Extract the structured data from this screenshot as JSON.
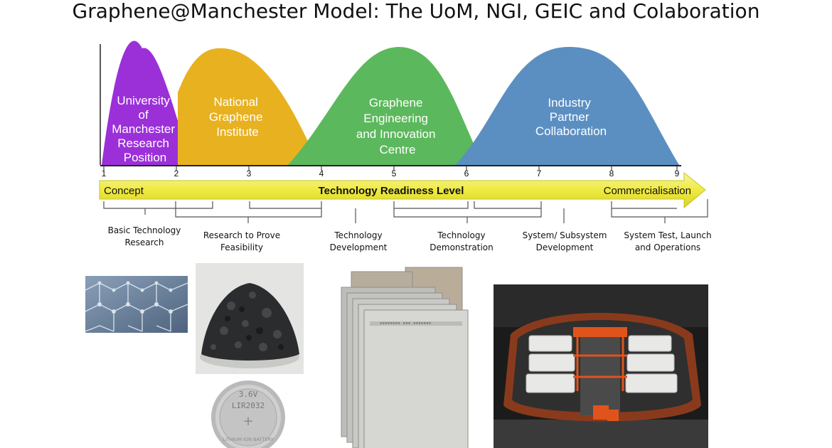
{
  "title": "Graphene@Manchester Model: The UoM, NGI, GEIC and Colaboration",
  "phases": [
    {
      "lines": [
        "University",
        "of",
        "Manchester",
        "Research",
        "Position"
      ],
      "color": "#9b30d9"
    },
    {
      "lines": [
        "National",
        "Graphene",
        "Institute"
      ],
      "color": "#e8b120"
    },
    {
      "lines": [
        "Graphene",
        "Engineering",
        "and Innovation",
        "Centre"
      ],
      "color": "#5cb85c"
    },
    {
      "lines": [
        "Industry",
        "Partner",
        "Collaboration"
      ],
      "color": "#5b8fc2"
    }
  ],
  "trl_ticks": [
    "1",
    "2",
    "3",
    "4",
    "5",
    "6",
    "7",
    "8",
    "9"
  ],
  "arrow": {
    "left": "Concept",
    "center": "Technology Readiness Level",
    "right": "Commercialisation",
    "color": "#f0ec4c"
  },
  "stages": [
    {
      "line1": "Basic  Technology",
      "line2": "Research"
    },
    {
      "line1": "Research to Prove",
      "line2": "Feasibility"
    },
    {
      "line1": "Technology",
      "line2": "Development"
    },
    {
      "line1": "Technology",
      "line2": "Demonstration"
    },
    {
      "line1": "System/ Subsystem",
      "line2": "Development"
    },
    {
      "line1": "System Test,  Launch",
      "line2": "and Operations"
    }
  ],
  "coin_cell": {
    "voltage": "3.6V",
    "model": "LIR2032",
    "ring": "LITHIUM ION BATTERY"
  }
}
